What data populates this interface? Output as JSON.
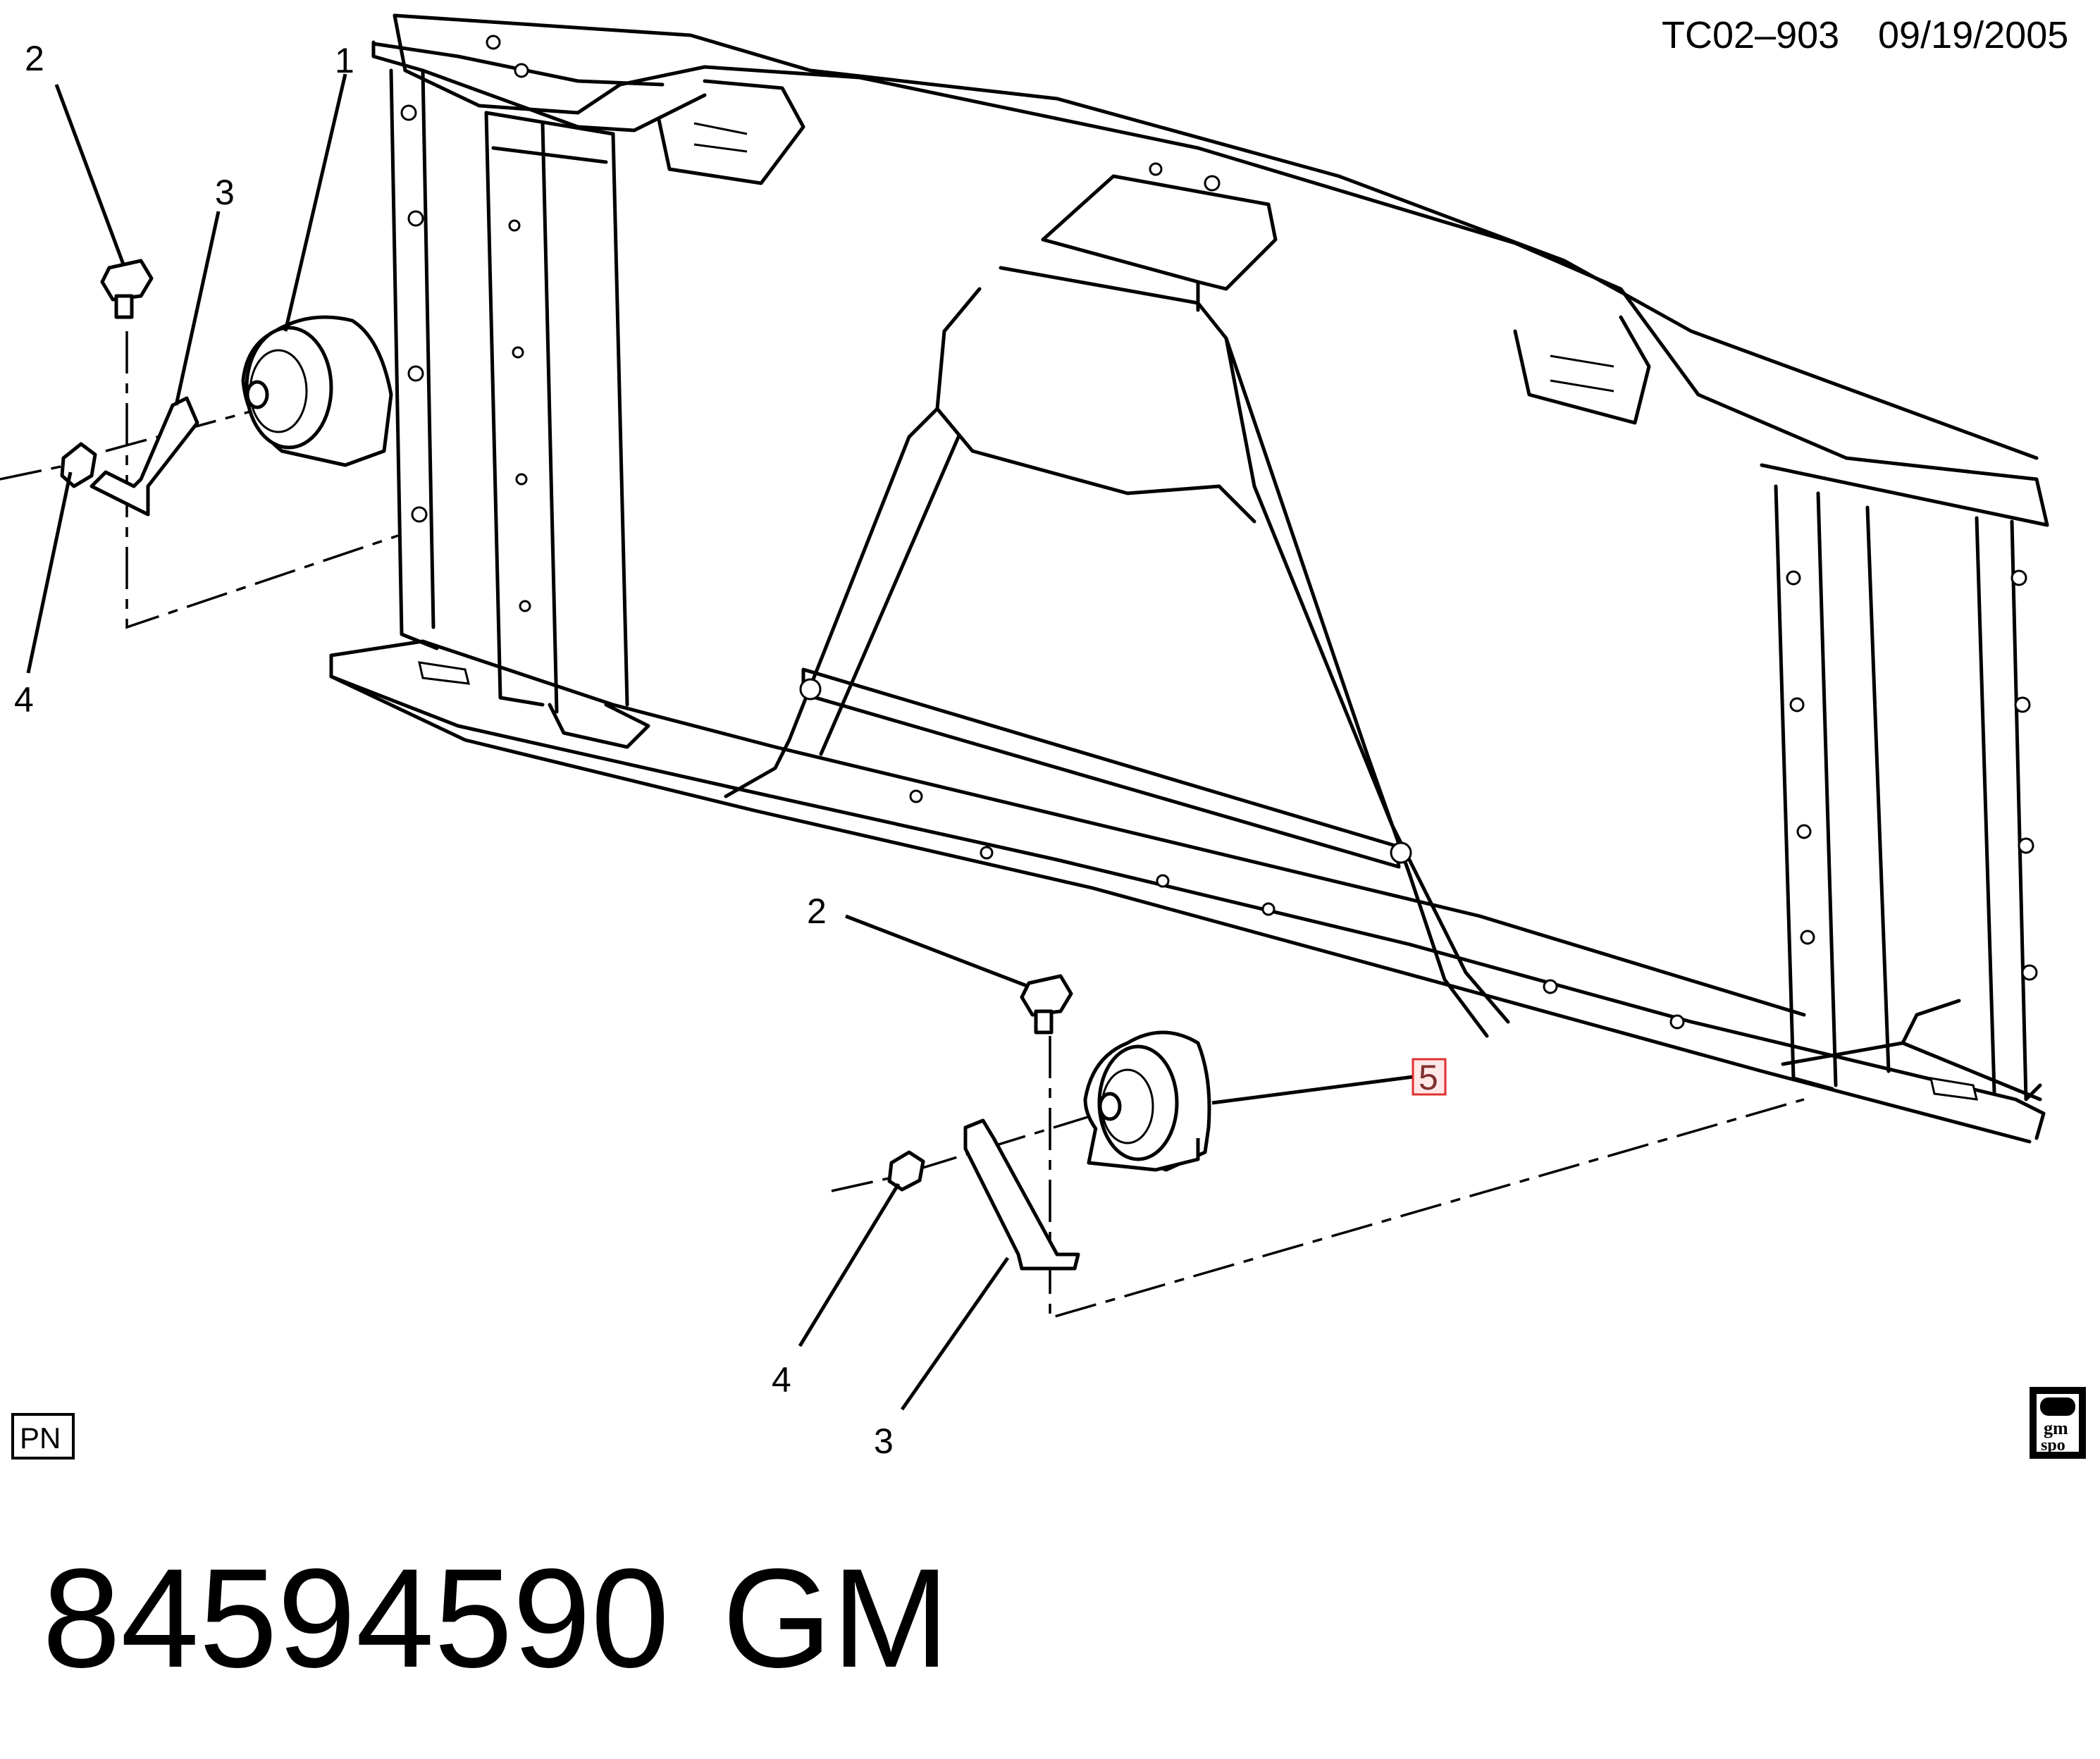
{
  "header": {
    "ref_code": "TC02–903",
    "date": "09/19/2005"
  },
  "callouts": {
    "c1": "1",
    "c2a": "2",
    "c3a": "3",
    "c4a": "4",
    "c2b": "2",
    "c3b": "3",
    "c4b": "4",
    "c5": "5"
  },
  "footer": {
    "part_number": "84594590",
    "brand": "GM"
  },
  "badges": {
    "pn": "PN",
    "logo_line1": "gm",
    "logo_line2": "spo"
  },
  "colors": {
    "highlight": "#e03030",
    "line": "#000000"
  }
}
